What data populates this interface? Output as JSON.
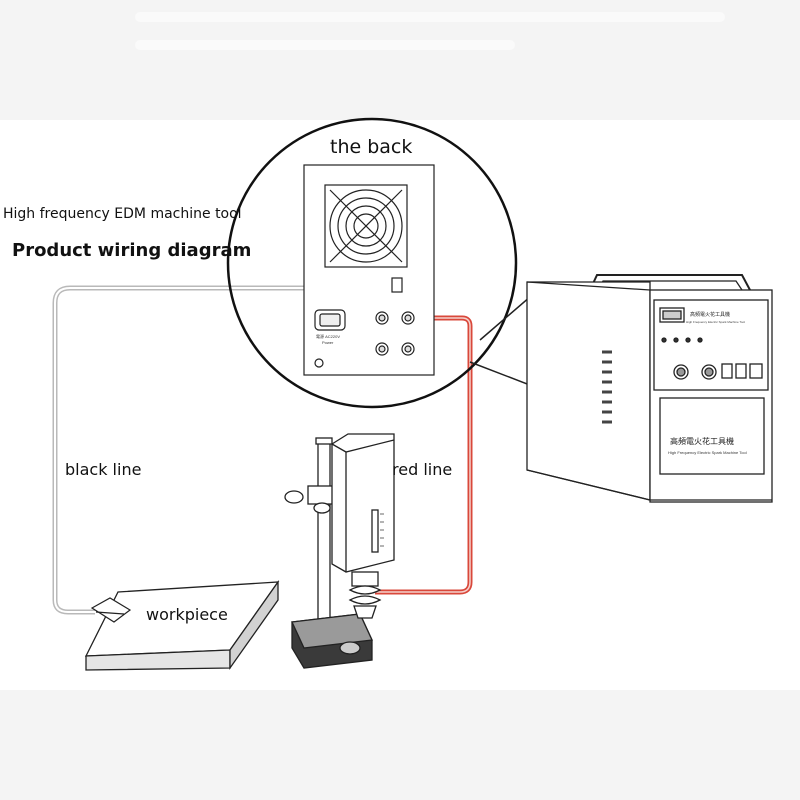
{
  "title_main": "High frequency EDM machine tool",
  "title_sub": "Product wiring diagram",
  "back_label": "the back",
  "black_line_label": "black line",
  "red_line_label": "red line",
  "workpiece_label": "workpiece",
  "panel_power_label": "Power",
  "panel_power_cn": "電源 AC220V",
  "machine_title_cn": "高頻電火花工具機",
  "machine_title_en": "High Frequency Electric Spark Machine Tool",
  "machine_top_label": "High Frequency Electric Spark Machine Tool",
  "colors": {
    "red_wire": "#d9483b",
    "outline": "#222222",
    "grey_band": "#f4f4f4"
  },
  "icons": [
    "fan-grille-icon",
    "power-socket-icon",
    "terminal-knob-icon",
    "clamp-icon",
    "magnetic-base-icon"
  ]
}
